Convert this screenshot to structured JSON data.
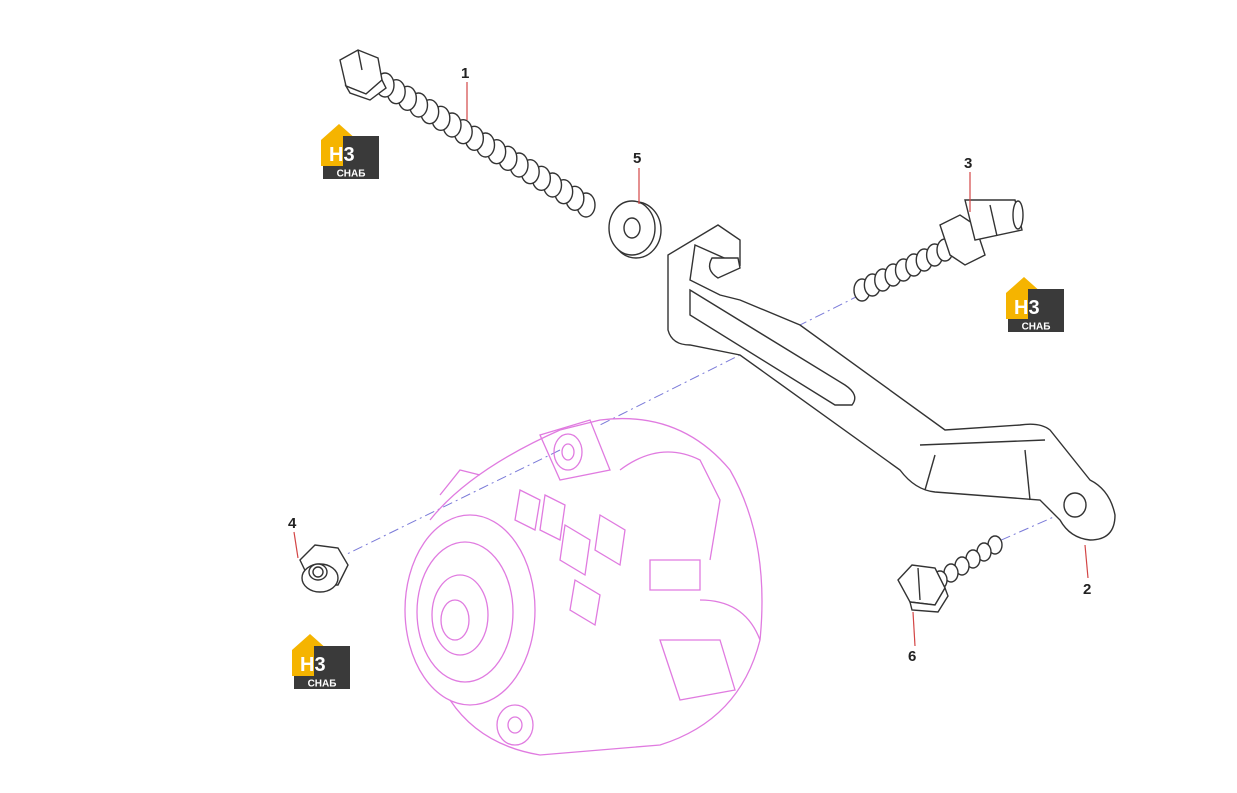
{
  "diagram": {
    "callouts": [
      "1",
      "2",
      "3",
      "4",
      "5",
      "6"
    ],
    "watermark": {
      "badge": "H3",
      "caption": "СНАБ"
    }
  },
  "colors": {
    "line": "#333333",
    "alternator": "#e07be0",
    "centerline": "#7a7ad8",
    "leader": "#d34545",
    "logo_yellow": "#f5b400",
    "logo_dark": "#3a3a3a"
  }
}
